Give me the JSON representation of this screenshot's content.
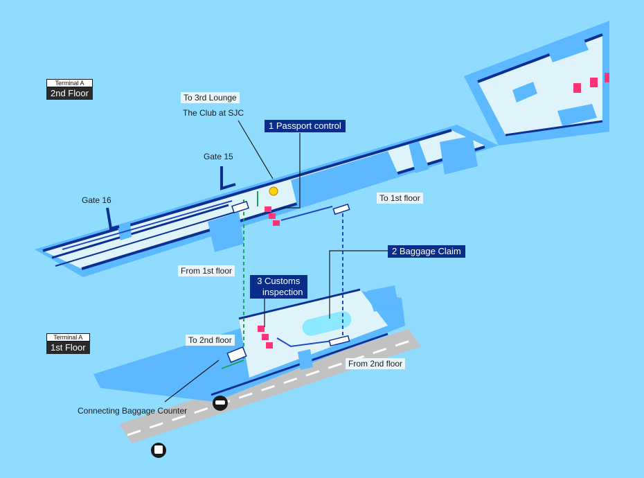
{
  "floors": {
    "second": {
      "terminal": "Terminal A",
      "floor": "2nd Floor"
    },
    "first": {
      "terminal": "Terminal A",
      "floor": "1st Floor"
    }
  },
  "labels": {
    "to_3rd_lounge": "To 3rd Lounge",
    "the_club": "The Club at SJC",
    "gate_15": "Gate 15",
    "gate_16": "Gate 16",
    "to_1st_floor": "To 1st floor",
    "from_1st_floor": "From 1st floor",
    "to_2nd_floor": "To 2nd floor",
    "from_2nd_floor": "From 2nd floor",
    "connecting_counter": "Connecting Baggage Counter"
  },
  "steps": {
    "passport": "1  Passport control",
    "baggage": "2  Baggage Claim",
    "customs_line1": "3  Customs",
    "customs_line2": "inspection"
  },
  "icons": [
    "taxi-icon",
    "bus-icon",
    "elevator-icon",
    "escalator-icon"
  ],
  "colors": {
    "sea": "#8fdcff",
    "building": "#5cb8ff",
    "floor_light": "#dff3fb",
    "wall": "#0c2f93",
    "route_blue": "#1f49c4",
    "route_green": "#19a15a",
    "counter_pink": "#ff3377",
    "step_label": "#0a2d8a",
    "road": "#bdbdbd"
  }
}
